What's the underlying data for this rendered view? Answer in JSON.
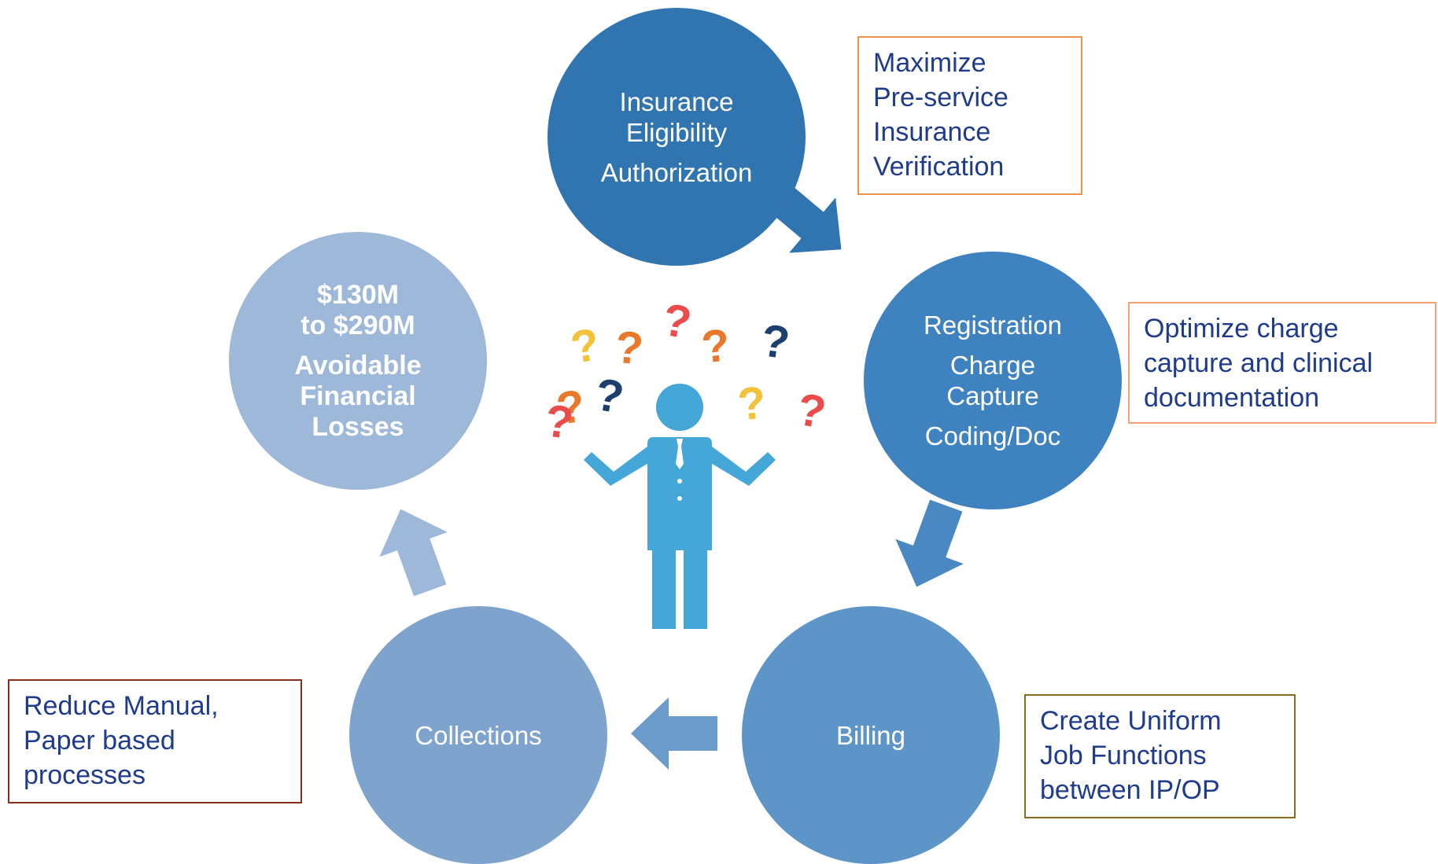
{
  "colors": {
    "insurance": "#3074b0",
    "registration": "#3f82c0",
    "billing": "#5e95c9",
    "collections": "#7ea3cd",
    "losses": "#9db8d9",
    "arrow_ins_reg": "#3074b0",
    "arrow_reg_bill": "#4a88c3",
    "arrow_bill_coll": "#6a9bcb",
    "arrow_coll_loss": "#9db8d9",
    "person": "#45a6d8"
  },
  "circles": {
    "insurance": {
      "line1": "Insurance",
      "line2": "Eligibility",
      "line3": "Authorization"
    },
    "registration": {
      "line1": "Registration",
      "line2": "Charge",
      "line3": "Capture",
      "line4": "Coding/Doc"
    },
    "billing": {
      "label": "Billing"
    },
    "collections": {
      "label": "Collections"
    },
    "losses": {
      "line1": "$130M",
      "line2": "to $290M",
      "line3": "Avoidable",
      "line4": "Financial",
      "line5": "Losses"
    }
  },
  "notes": {
    "maximize": {
      "line1": "Maximize",
      "line2": "Pre-service",
      "line3": "Insurance",
      "line4": "Verification"
    },
    "optimize": {
      "line1": "Optimize charge",
      "line2": "capture and clinical",
      "line3": "documentation"
    },
    "reduce": {
      "line1": "Reduce Manual,",
      "line2": "Paper based",
      "line3": "processes"
    },
    "uniform": {
      "line1": "Create Uniform",
      "line2": "Job Functions",
      "line3": "between IP/OP"
    }
  },
  "question_marks": [
    {
      "glyph": "?",
      "color": "#e9782a"
    },
    {
      "glyph": "?",
      "color": "#f2c23a"
    },
    {
      "glyph": "?",
      "color": "#ea4b4b"
    },
    {
      "glyph": "?",
      "color": "#e9782a"
    },
    {
      "glyph": "?",
      "color": "#1d3f6e"
    },
    {
      "glyph": "?",
      "color": "#ea4b4b"
    },
    {
      "glyph": "?",
      "color": "#1d3f6e"
    },
    {
      "glyph": "?",
      "color": "#f2c23a"
    },
    {
      "glyph": "?",
      "color": "#ea4b4b"
    }
  ]
}
